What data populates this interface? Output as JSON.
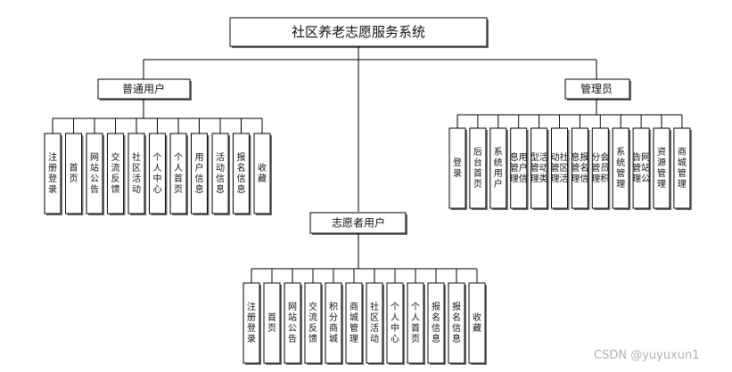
{
  "title": "社区养老志愿服务系统",
  "categories": [
    {
      "label": "普通用户",
      "items": [
        "注册登录",
        "首页",
        "网站公告",
        "交流反馈",
        "社区活动",
        "个人中心",
        "个人首页",
        "用户信息",
        "活动信息",
        "报名信息",
        "收藏"
      ]
    },
    {
      "label": "管理员",
      "items": [
        "登录",
        "后台首页",
        "系统用户",
        "用户信息管理",
        "活动类型管理",
        "社区活动管理",
        "报名信息管理",
        "会员积分管理",
        "系统管理",
        "网站公告管理",
        "资源管理",
        "商城管理"
      ]
    },
    {
      "label": "志愿者用户",
      "items": [
        "注册登录",
        "首页",
        "网站公告",
        "交流反馈",
        "积分商城",
        "商城管理",
        "社区活动",
        "个人中心",
        "个人首页",
        "报名信息",
        "报名信息",
        "收藏"
      ]
    }
  ],
  "watermark": "CSDN @yuyuxun1"
}
